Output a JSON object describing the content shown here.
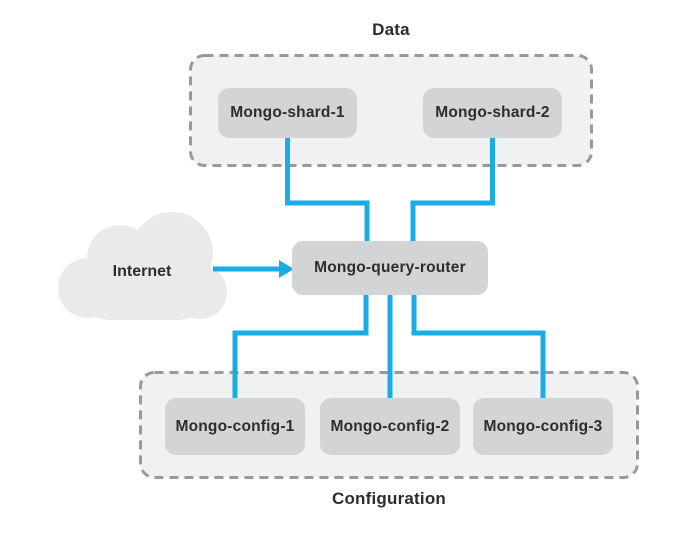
{
  "diagram": {
    "groups": {
      "data": {
        "label": "Data",
        "nodes": [
          "Mongo-shard-1",
          "Mongo-shard-2"
        ]
      },
      "configuration": {
        "label": "Configuration",
        "nodes": [
          "Mongo-config-1",
          "Mongo-config-2",
          "Mongo-config-3"
        ]
      }
    },
    "router": {
      "label": "Mongo-query-router"
    },
    "internet": {
      "label": "Internet"
    },
    "colors": {
      "connector": "#1aade5",
      "node_fill": "#d3d4d6",
      "group_fill": "#f0f1f2",
      "group_border": "#97999b",
      "cloud_fill": "#e9eaec",
      "text": "#2b2d2f",
      "background": "#ffffff"
    }
  }
}
